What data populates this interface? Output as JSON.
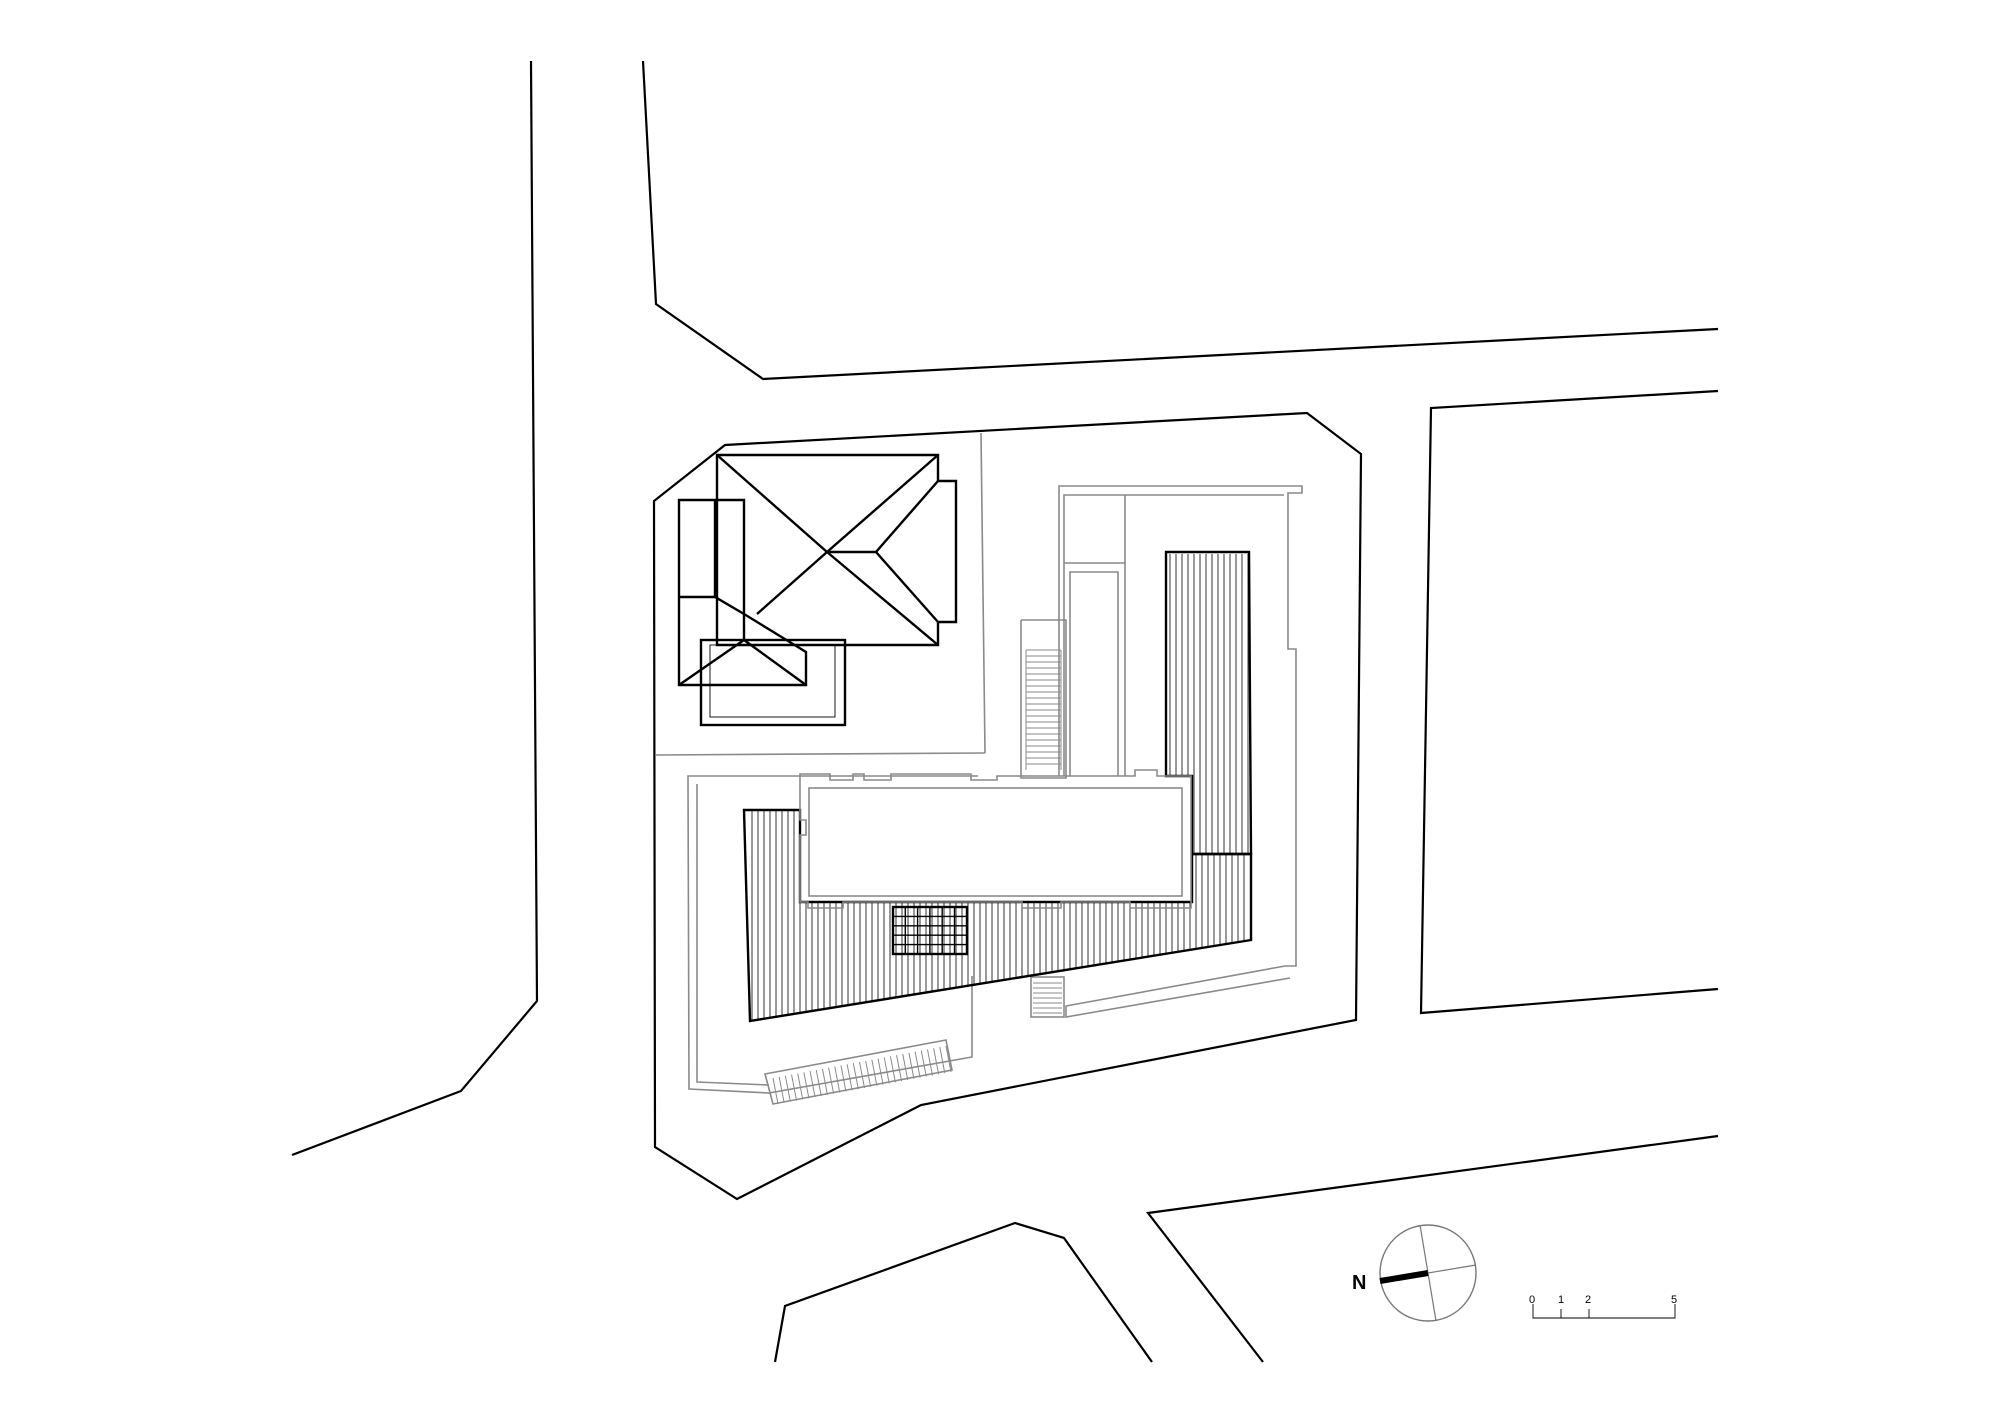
{
  "north_label": "N",
  "scale_bar": {
    "ticks": [
      "0",
      "1",
      "2",
      "5"
    ]
  }
}
